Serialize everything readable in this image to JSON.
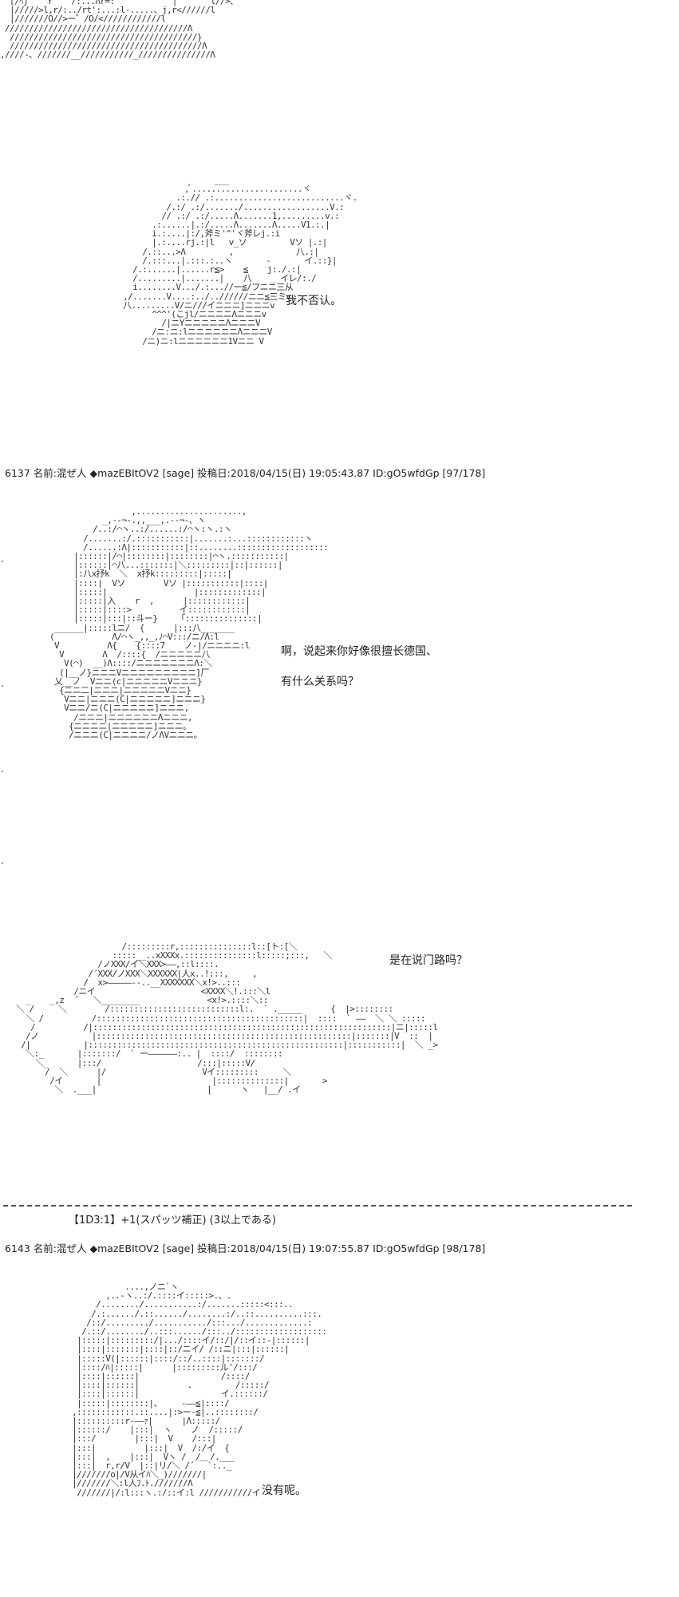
{
  "posts": [
    {
      "aa": "  [/ﾍj    Y    /:...Λr=:            |       l//>、\n  |/////>l,r/:../rt':...:l-.....、j,r<//////l\n  |///////O//>ー゛/O/<////////////l\n //////////////////////////////////////Λ\n  ///////////////////////////////////////}\n  ////////////////////////////////////////Λ\n,////-、///////__///////////_///////////////Λ",
      "dialogue": []
    },
    {
      "aa": "                         ___\n                   ,ﾞ.......................ヾ\n                 .:.// .:...........................ヾ.\n               /.:/ .:/......./..................V.:\n              // .:/ .:/.....Λ.......1,.........v.:\n            .:......|.:/.....Λ.......Λ.....V1.:.|\n            i.:....|:/,斧ミ'^'ヾ斧レj.:i\n            |.:....rj.:|l   v_ソ         Vソ |.:|\n          /.::...>Λ         ,             八.:|\n          /.:::...|.:::.:..ヽ       -       イ.::}|\n        /.:......|......r≦>    ≦    j:./.:|\n        /.........|.......|    八    _ イレ/:./\n        i........V.../.:...//ー≦/フニニ三从\n      ,/.......V....:../..//////ニニ≦三ミv\n      八.........V/ニ///イニニニ]ニニニv\n            ^^^'(こjl/ニニニニΛニニニv\n              /|ニYニニニニニΛニニニV\n            /ニ:ニ:lニニニニニニΛニニニV\n          /ニ)ニ:lニニニニニニ1Vニニ V",
      "dialogue": [
        "我不否认。"
      ]
    },
    {
      "header": "6137 名前:混ぜ人 ◆mazEBItOV2 [sage] 投稿日:2018/04/15(日) 19:05:43.87 ID:gO5wfdGp [97/178]",
      "aa": "                  ,......................,\n            _,-‐¬-.,,___,.-‐¬‐、ヽ\n          /..:/⌒ヽ..:/......:/⌒ヽ:ヽ.:ヽ\n        /.......:/.:::::::::::|.......:...::::::::::::ヽ\n        /......:Λ|:::::::::::|::........:::::::::::::::::::\n      |::::::|/⌒|::::::::|::::::::|⌒ヽ.:::::::::::|\n      |::::::|⌒八...:::::::|＼:::::::::|::|::::::|\n      |:八x抒k  ＼  x抒k:::::::::|:::::|\n      |::::|  Vソ        Vソ |:::::::::::|::::|\n      |:::::|                  |:::::::::::::|\n      |:::::|入    r  ,      |::::::::::::|\n      |:::::|::::>          イ::::::::::::|\n      |:::::|:::|::斗ー}    「:::::::::::::::|\n  ______|:::::lニ/  {      |:::八_______\n (            Λ/⌒ヽ_,,_,ﾉ⌒V:::/ニ/Λ:l\n  V          Λ{    {::::7    ノ-|/ニニニニ:l\n   V        Λ  /::::{  /ニニニニニ八\n    V(⌒)  __)Λ::::/ニニニニニニニΛ:＼\n   (|__ノ}ニニニVニニニニニニニニニ]厂\n  乂__ノ  Vニニ(c|ニニニニニVニニニ}\n   {ニニ二|ニニニ|ニニニニニVニニ}\n    Vニニ|ニニニ(C|ニニニニニ]ニニニ}\n    Vニニ/ニ(C|ニニニニニ]ニニニ,\n      /ニニニ|ニニニニニニΛニニニ,\n     {ニニニニ|ニニニニニ]ニニニ。\n     /ニニニ(C|ニニニニ/ノΛVニニニ。",
      "dialogue": [
        "啊，说起来你好像很擅长德国、",
        "有什么关系吗？"
      ]
    },
    {
      "aa": "                        /:::::::::r,:::::::::::::::l::[ト:[＼\n                      :::::__..xXXXx.:::::::::::::::l:::::;:::,   ＼\n                   /ノXXX/イ＼XXX>――,::l::::.\n                 /´XXX/ノXXX＼XXXXXX|人x..!:::,     ,\n                /  x>―――――--..__XXXXXXX＼x!>..:::\n              /ニイ                      <XXXX＼!.:::＼l\n    _    _,z  ̄    ＼________              <x!>.::::＼::\n  ＼ /     ＼        /:::::::::::::::::::::::::::l:.  ` ._____      {  |>::::::::\n    ＼ /          /:::::::::::::::::::::::::::::::::::::::::::|  ::::  ` ――  ＼ ＼ :::::\n     /          /|::::::::::::::::::::::::::::::::::::::::::::::::::::::::::::::|ニ|:::::l\n    /ノ           |:::::::::::::::::::::::::::::::::::::::::::::::::::::|:::::::|V  ::  |\n   /|           |:::::::::::::::::::::::::::::::::::::::::::::::::::::|:::::::::::|  ＼ _>\n    ＼:_       |:::::::/  ` ー――――――:.. |  ::::/  ::::::::\n      ＼_      |:::/                    /:::|:::::V/   \n        /  ＼      |/                    Vイ:::::::::     ＼\n         /イ       |                       |::::::::::::::|       >\n          ＼  .___|                       |      ヽ   |__/ .イ",
      "dialogue": [
        "是在说门路吗？"
      ]
    }
  ],
  "dice": {
    "text": "【1D3:1】+1(スパッツ補正) (3以上である)"
  },
  "post_6143": {
    "header": "6143 名前:混ぜ人 ◆mazEBItOV2 [sage] 投稿日:2018/04/15(日) 19:07:55.87 ID:gO5wfdGp [98/178]",
    "aa": "              ....,ノニ`ヽ\n          ,..-ヽ..:/.::::イ:::::>.、.\n        /......../...........:/.......:::::<:::..\n       /.:....../.::....../........:/..::..........:::.\n      /::/........./.........../:::.../.............:\n     /.::/......../..:::....../:::../:::::::::::::::::::\n    |:::::|:::::::::/|.../::::イ/::/|/::イ::-|::::::|\n    |::::|:::::::|::::|::/ニイ/ /::ニ|:::|::::::|\n    |:::::V(|::::::|::::/::/..::::|:::::::/\n    |::::/ﾊ|:::::|      |:::::::::ル'/:::/\n    |::::|::::::|                 /::::/\n    |::::|::::::|          .         /:::::/\n    |::::|::::::|                 イ.::::::/\n    |:::::|::::::::|、    ‐――≦|::::/\n   ,::::::::::::.::....|:>ー‐≦|..::::::::/\n   |::::::::::r-――ｧ|      |Λ:::::/\n   |::::::/    |:::|  ヽ    ノ  /:::::/\n   |:::/        |:::|  V    /:::|\n   |:::|          |:::|  V  /:/イ  {\n   |:::|  ,    |:::|  Vヽ /  /  /.___\n   |:::|  r,r/V  |::|リ/＼ /´ ￣`:.._\n   |///////o|/V从イﾊ＼_)///////|\n   |///////＼:l人ﾌ.ﾄ.///////Λ\n    ///////|/:l:::ヽ.:/::イ:l ///////////イ",
    "dialogue": [
      "没有呢。"
    ]
  }
}
